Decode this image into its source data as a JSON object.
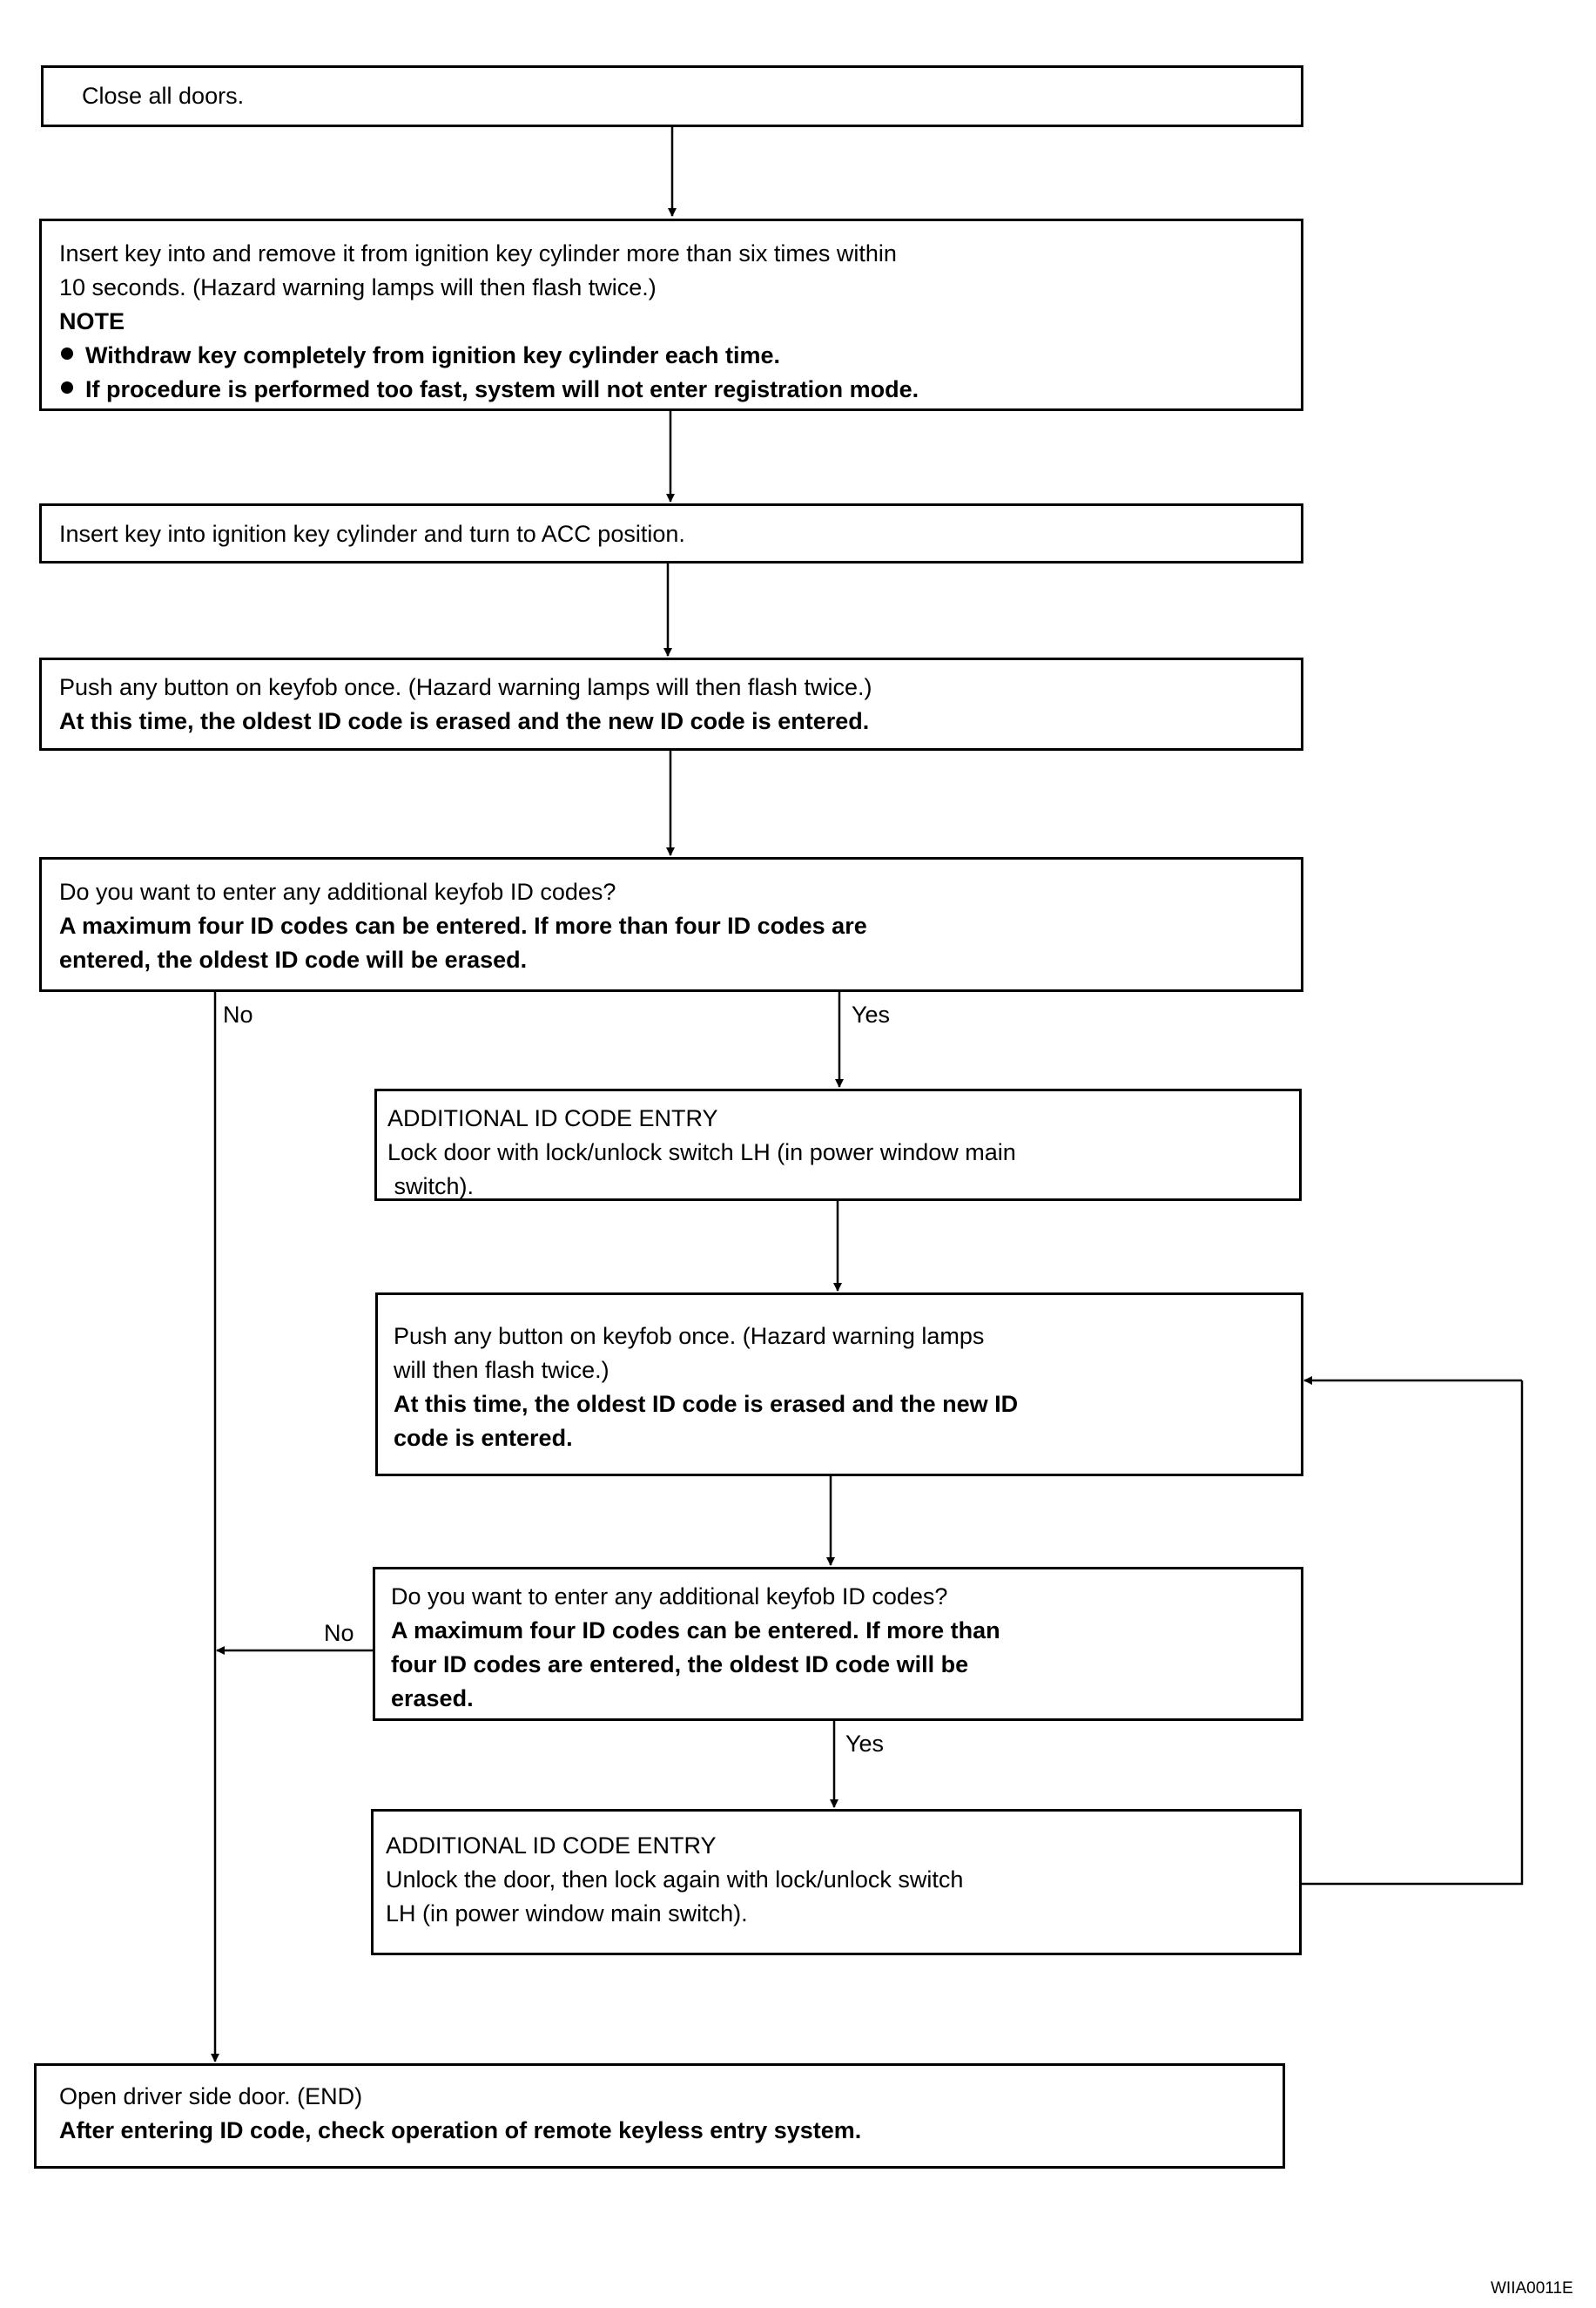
{
  "boxes": {
    "close_doors": {
      "text": "Close all doors."
    },
    "insert_remove": {
      "line1": "Insert key into and remove it from ignition key cylinder more than six times within",
      "line2": "10 seconds. (Hazard warning lamps will then flash twice.)",
      "note_title": "NOTE",
      "note_bullets": [
        "Withdraw key completely from ignition key cylinder each time.",
        "If procedure is performed too fast, system will not enter registration mode."
      ]
    },
    "acc_position": {
      "text": "Insert key into ignition key cylinder and turn to ACC position."
    },
    "push_button_1": {
      "line1": "Push any button on keyfob once. (Hazard warning lamps will then flash twice.)",
      "line2": "At this time, the oldest ID code is erased and the new ID code is entered."
    },
    "additional_q1": {
      "line1": "Do you want to enter any additional keyfob ID codes?",
      "line2": "A maximum four ID codes can be entered. If more than four ID codes are",
      "line3": "entered, the oldest ID code will be erased."
    },
    "entry_lock": {
      "line1": "ADDITIONAL ID CODE ENTRY",
      "line2": "Lock door with lock/unlock switch LH (in power window main",
      "line3": " switch)."
    },
    "push_button_2": {
      "line1": "Push any button on keyfob once. (Hazard warning lamps",
      "line2": "will then flash twice.)",
      "line3": "At this time, the oldest ID code is erased and the new ID",
      "line4": "code is entered."
    },
    "additional_q2": {
      "line1": "Do you want to enter any additional keyfob ID codes?",
      "line2": "A maximum four ID codes can be entered. If more than",
      "line3": "four ID codes are entered, the oldest ID code will be",
      "line4": "erased."
    },
    "entry_unlock": {
      "line1": "ADDITIONAL ID CODE ENTRY",
      "line2": "Unlock the door, then lock again with lock/unlock switch",
      "line3": "LH (in power window main switch)."
    },
    "end": {
      "line1": "Open driver side door. (END)",
      "line2": "After entering ID code, check operation of remote keyless entry system."
    }
  },
  "labels": {
    "q1_no": "No",
    "q1_yes": "Yes",
    "q2_no": "No",
    "q2_yes": "Yes"
  },
  "figure_code": "WIIA0011E"
}
